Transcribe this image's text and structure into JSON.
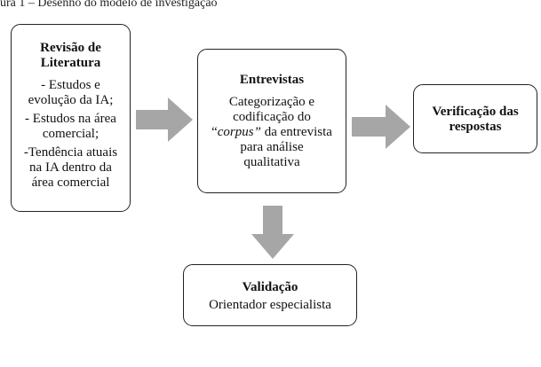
{
  "caption": "ura 1 – Desenho do modelo de investigação",
  "boxes": {
    "revisao": {
      "title_lines": [
        "Revisão de",
        "Literatura"
      ],
      "items": [
        [
          "- Estudos e",
          "evolução da IA;"
        ],
        [
          "- Estudos na área",
          "comercial;"
        ],
        [
          "-Tendência atuais",
          "na IA dentro da",
          "área comercial"
        ]
      ]
    },
    "entrevistas": {
      "title": "Entrevistas",
      "line1": "Categorização e",
      "line2": "codificação do",
      "line3_open_quote": "“",
      "line3_italic": "corpus”",
      "line3_rest": " da entrevista",
      "line4": "para análise",
      "line5": "qualitativa"
    },
    "verificacao": {
      "title_lines": [
        "Verificação das",
        "respostas"
      ]
    },
    "validacao": {
      "title": "Validação",
      "subtitle": "Orientador especialista"
    }
  },
  "colors": {
    "arrow_fill": "#a6a6a6",
    "border": "#222222"
  }
}
